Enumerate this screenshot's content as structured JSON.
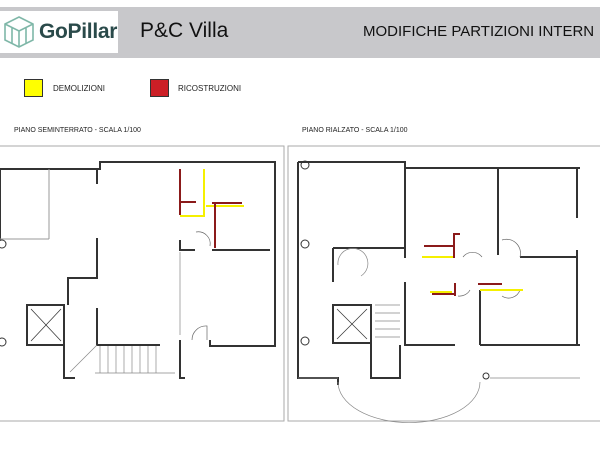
{
  "header": {
    "logo_text": "GoPillar",
    "project_title": "P&C Villa",
    "subject": "MODIFICHE PARTIZIONI INTERN"
  },
  "legend": [
    {
      "label": "DEMOLIZIONI",
      "color": "#ffff00"
    },
    {
      "label": "RICOSTRUZIONI",
      "color": "#cc1f26"
    }
  ],
  "plans": [
    {
      "title": "PIANO SEMINTERRATO -  SCALA 1/100"
    },
    {
      "title": "PIANO RIALZATO -  SCALA 1/100"
    }
  ],
  "colors": {
    "wall": "#333333",
    "demolition": "#f5f000",
    "reconstruction": "#8b1a1a",
    "header_bg": "#c8c8cb"
  }
}
